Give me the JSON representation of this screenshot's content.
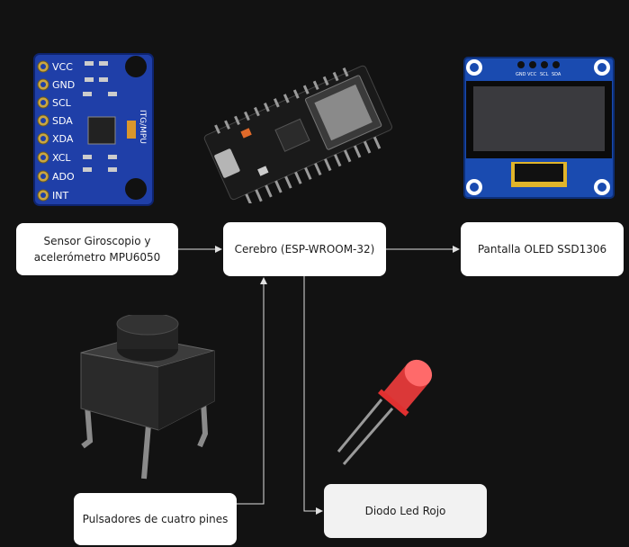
{
  "nodes": {
    "sensor": "Sensor Giroscopio y acelerómetro MPU6050",
    "brain": "Cerebro (ESP-WROOM-32)",
    "oled": "Pantalla OLED SSD1306",
    "button": "Pulsadores de cuatro pines",
    "led": "Diodo Led Rojo"
  },
  "mpu_board": {
    "pins": [
      "VCC",
      "GND",
      "SCL",
      "SDA",
      "XDA",
      "XCL",
      "ADO",
      "INT"
    ],
    "side_label": "ITG/MPU"
  },
  "oled_board": {
    "pins": [
      "GND",
      "VCC",
      "SCL",
      "SDA"
    ]
  },
  "colors": {
    "background": "#121212",
    "box": "#ffffff",
    "box_alt": "#f2f2f2",
    "arrow": "#e0e0e0",
    "mpu_board": "#1f3fa8",
    "oled_board": "#1a4bb0",
    "led": "#ff4040"
  },
  "icons": {
    "mpu6050": "mpu6050-board-icon",
    "esp32": "esp32-board-icon",
    "oled": "oled-display-icon",
    "pushbutton": "pushbutton-icon",
    "led": "red-led-icon"
  }
}
